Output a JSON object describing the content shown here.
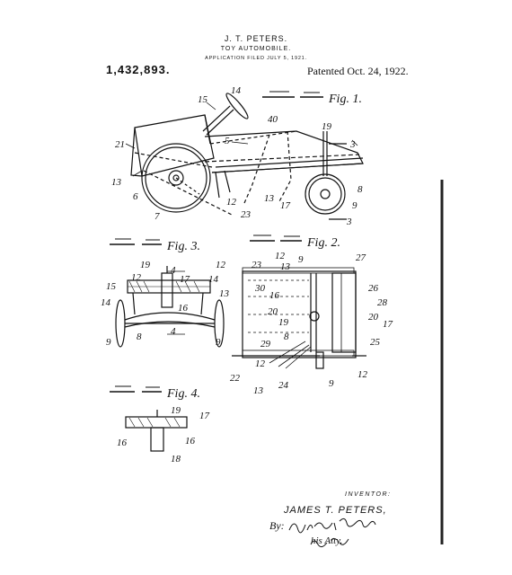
{
  "header": {
    "inventor": "J. T. PETERS.",
    "title": "TOY AUTOMOBILE.",
    "application_filed": "APPLICATION FILED JULY 5, 1921.",
    "patent_number": "1,432,893.",
    "patented": "Patented Oct. 24, 1922."
  },
  "figures": {
    "fig1": {
      "caption": "Fig. 1.",
      "labels": [
        "15",
        "14",
        "40",
        "19",
        "3",
        "21",
        "5",
        "13",
        "6",
        "7",
        "12",
        "23",
        "13",
        "17",
        "8",
        "9",
        "3"
      ]
    },
    "fig2": {
      "caption": "Fig. 2.",
      "labels": [
        "12",
        "9",
        "27",
        "23",
        "13",
        "26",
        "30",
        "16",
        "28",
        "20",
        "20",
        "19",
        "17",
        "8",
        "29",
        "25",
        "12",
        "22",
        "13",
        "24",
        "9",
        "12"
      ]
    },
    "fig3": {
      "caption": "Fig. 3.",
      "labels": [
        "19",
        "4",
        "12",
        "15",
        "12",
        "17",
        "14",
        "13",
        "14",
        "16",
        "9",
        "8",
        "4",
        "9"
      ]
    },
    "fig4": {
      "caption": "Fig. 4.",
      "labels": [
        "19",
        "17",
        "16",
        "16",
        "18"
      ]
    }
  },
  "signature_block": {
    "heading": "INVENTOR:",
    "inventor_name": "JAMES T. PETERS,",
    "by": "By:",
    "attorney_signature": "Allen S. Runge,",
    "attorney_note": "his Atty."
  }
}
